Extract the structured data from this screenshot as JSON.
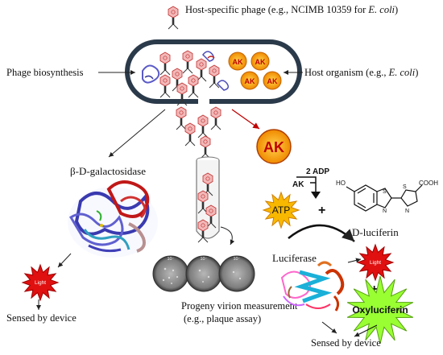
{
  "labels": {
    "phage_line1": "Host-specific phage (e.g., NCIMB 10359 for ",
    "phage_line1_italic": "E. coli",
    "phage_line1_end": ")",
    "phage_biosynthesis": "Phage biosynthesis",
    "host_organism": "Host organism (e.g., ",
    "host_organism_italic": "E. coli",
    "host_organism_end": ")",
    "galactosidase": "β-D-galactosidase",
    "sensed_left": "Sensed by device",
    "progeny_line1": "Progeny virion measurement",
    "progeny_line2": "(e.g., plaque assay)",
    "luciferase": "Luciferase",
    "d_luciferin": "D-luciferin",
    "sensed_right": "Sensed by device",
    "ak": "AK",
    "two_adp": "2 ADP",
    "ak_small": "AK",
    "atp": "ATP",
    "plus1": "+",
    "plus2": "+",
    "light_left": "Light",
    "light_right": "Light",
    "oxyluciferin": "Oxyluciferin",
    "ho": "HO",
    "cooh": "COOH",
    "dilution_1": "10⁻",
    "dilution_2": "10⁻",
    "dilution_3": "10⁻"
  },
  "colors": {
    "ak_orange": "#f5a000",
    "ak_red": "#c00000",
    "atp_yellow": "#f8b800",
    "light_red": "#e01010",
    "oxy_green": "#99ff33",
    "cell_fill": "#ffffff",
    "cell_stroke": "#2b3a4a"
  }
}
